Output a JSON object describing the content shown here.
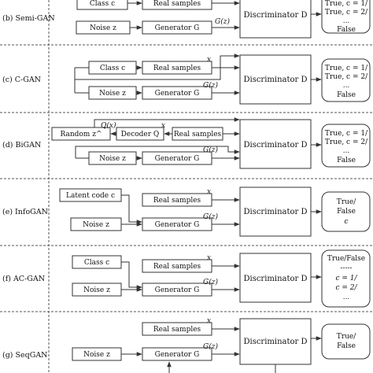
{
  "rows": {
    "semi_gan": {
      "label": "(b) Semi-GAN",
      "class_box": "Class c",
      "real_box": "Real samples",
      "noise_box": "Noise z",
      "gen_box": "Generator G",
      "gz": "G(z)",
      "disc_box": "Discriminator D",
      "out": [
        "True, c = 1/",
        "True, c = 2/",
        "...",
        "False"
      ]
    },
    "c_gan": {
      "label": "(c) C-GAN",
      "class_box": "Class c",
      "real_box": "Real samples",
      "x": "x",
      "noise_box": "Noise z",
      "gen_box": "Generator G",
      "gz": "G(z)",
      "disc_box": "Discriminator D",
      "out": [
        "True, c = 1/",
        "True, c = 2/",
        "...",
        "False"
      ]
    },
    "bigan": {
      "label": "(d) BiGAN",
      "random_box": "Random z^",
      "decoder_box": "Decoder Q",
      "qx": "Q(x)",
      "x": "x",
      "real_box": "Real samples",
      "noise_box": "Noise z",
      "gen_box": "Generator G",
      "gz": "G(z)",
      "disc_box": "Discriminator D",
      "out": [
        "True, c = 1/",
        "True, c = 2/",
        "...",
        "False"
      ]
    },
    "infogan": {
      "label": "(e) InfoGAN",
      "latent_box": "Latent code c",
      "real_box": "Real samples",
      "x": "x",
      "noise_box": "Noise z",
      "gen_box": "Generator G",
      "gz": "G(z)",
      "disc_box": "Discriminator D",
      "out": [
        "True/",
        "False",
        "c"
      ]
    },
    "ac_gan": {
      "label": "(f) AC-GAN",
      "class_box": "Class c",
      "real_box": "Real samples",
      "x": "x",
      "noise_box": "Noise z",
      "gen_box": "Generator G",
      "gz": "G(z)",
      "disc_box": "Discriminator D",
      "out": [
        "True/False",
        "-----",
        "c = 1/",
        "c = 2/",
        "..."
      ]
    },
    "seqgan": {
      "label": "(g) SeqGAN",
      "real_box": "Real samples",
      "x": "x",
      "noise_box": "Noise z",
      "gen_box": "Generator G",
      "gz": "G(z)",
      "disc_box": "Discriminator D",
      "out": [
        "True/",
        "False"
      ]
    }
  }
}
